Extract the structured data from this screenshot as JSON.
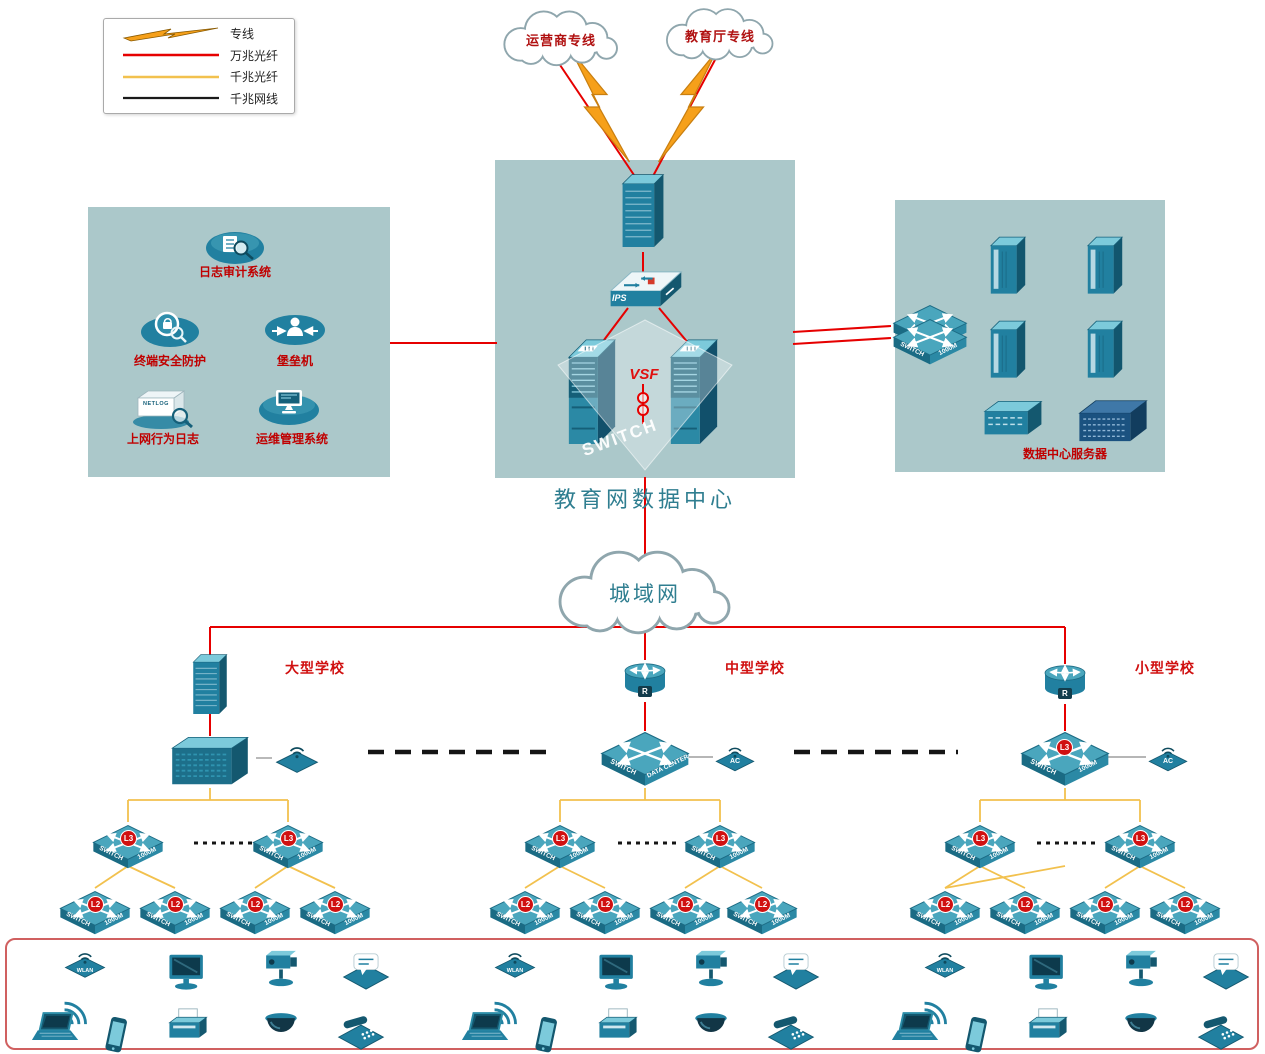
{
  "legend": {
    "dedicated_line": "专线",
    "fiber_10g": "万兆光纤",
    "fiber_1g": "千兆光纤",
    "cable_1g": "千兆网线"
  },
  "clouds": {
    "carrier": "运营商专线",
    "education_dept": "教育厅专线",
    "man": "城域网"
  },
  "datacenter": {
    "title": "教育网数据中心",
    "ips": "IPS",
    "vsf": "VSF",
    "switch_watermark": "SWITCH"
  },
  "security_zone": {
    "log_audit": "日志审计系统",
    "terminal_protection": "终端安全防护",
    "bastion_host": "堡垒机",
    "netlog": "NETLOG",
    "behavior_log": "上网行为日志",
    "ops_management": "运维管理系统"
  },
  "server_zone": {
    "title": "数据中心服务器",
    "switch_front": "SWITCH",
    "switch_side": "1000M"
  },
  "schools": {
    "large": "大型学校",
    "medium": "中型学校",
    "small": "小型学校"
  },
  "devices": {
    "router_badge": "R",
    "ac_label": "AC",
    "core_front": "SWITCH",
    "core_side_medium": "DATA CENTER",
    "switch_front": "SWITCH",
    "switch_side": "1000M",
    "l3": "L3",
    "l2": "L2",
    "wlan": "WLAN"
  }
}
